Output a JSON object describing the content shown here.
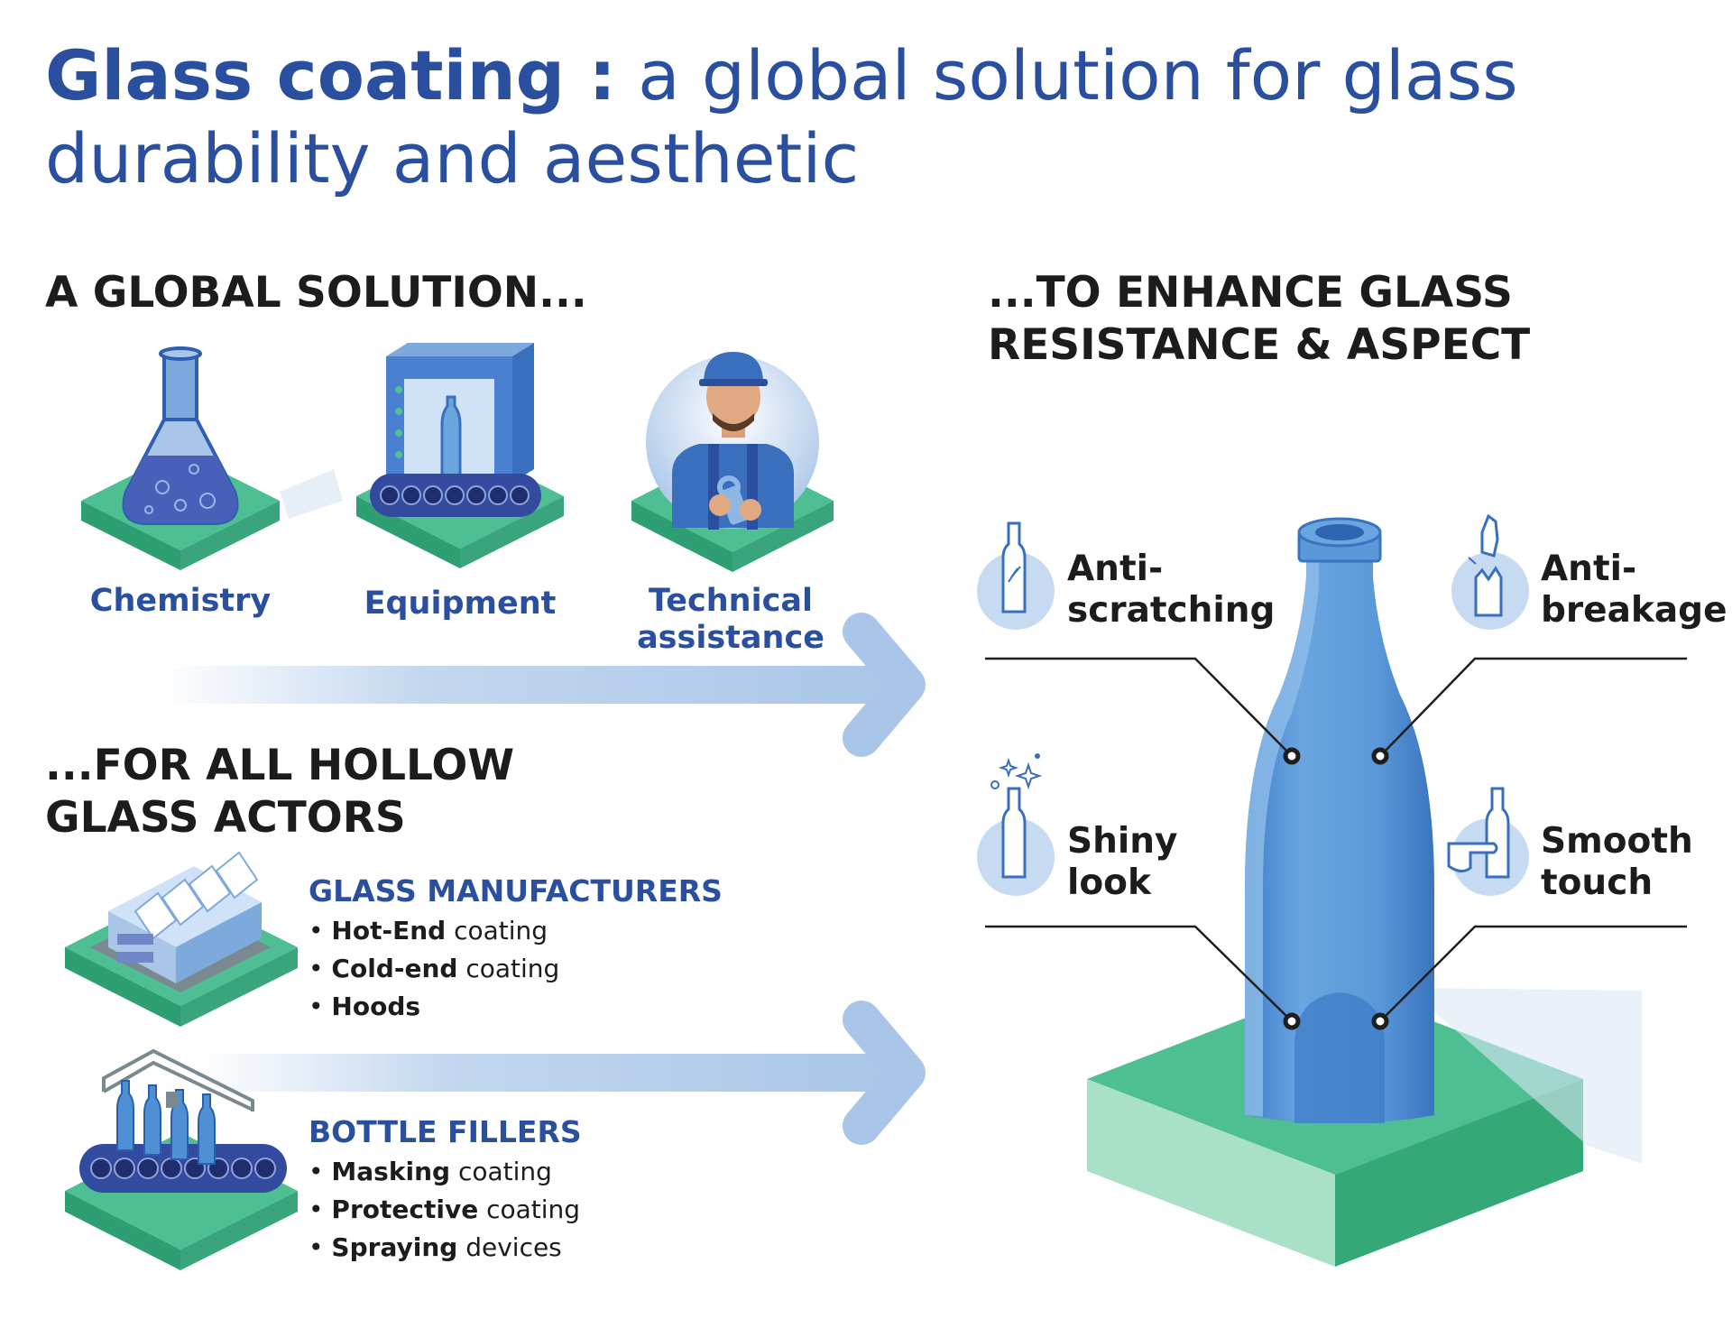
{
  "title": {
    "strong": "Glass coating :",
    "rest": "a global solution for glass durability and aesthetic"
  },
  "left_heading": "A GLOBAL SOLUTION...",
  "solutions": [
    {
      "label": "Chemistry",
      "icon": "flask-icon"
    },
    {
      "label": "Equipment",
      "icon": "coating-machine-icon"
    },
    {
      "label_line1": "Technical",
      "label_line2": "assistance",
      "icon": "technician-icon"
    }
  ],
  "actors_heading": {
    "line1": "...FOR ALL HOLLOW",
    "line2": "GLASS ACTORS"
  },
  "actors": [
    {
      "title": "GLASS MANUFACTURERS",
      "icon": "factory-icon",
      "items": [
        {
          "bold": "Hot-End",
          "rest": " coating"
        },
        {
          "bold": "Cold-end",
          "rest": " coating"
        },
        {
          "bold": "Hoods",
          "rest": ""
        }
      ]
    },
    {
      "title": "BOTTLE FILLERS",
      "icon": "filling-line-icon",
      "items": [
        {
          "bold": "Masking",
          "rest": " coating"
        },
        {
          "bold": "Protective",
          "rest": " coating"
        },
        {
          "bold": "Spraying",
          "rest": " devices"
        }
      ]
    }
  ],
  "right_heading": {
    "line1": "...TO ENHANCE GLASS",
    "line2": "RESISTANCE & ASPECT"
  },
  "benefits": [
    {
      "line1": "Anti-",
      "line2": "scratching",
      "icon": "scratched-bottle-icon"
    },
    {
      "line1": "Anti-",
      "line2": "breakage",
      "icon": "broken-bottle-icon"
    },
    {
      "line1": "Shiny",
      "line2": "look",
      "icon": "sparkling-bottle-icon"
    },
    {
      "line1": "Smooth",
      "line2": "touch",
      "icon": "finger-touch-bottle-icon"
    }
  ],
  "colors": {
    "brand_blue": "#2a4f9f",
    "light_blue": "#a9c6e8",
    "bottle_blue": "#4f8fd4",
    "platform_green": "#4dbf93"
  }
}
